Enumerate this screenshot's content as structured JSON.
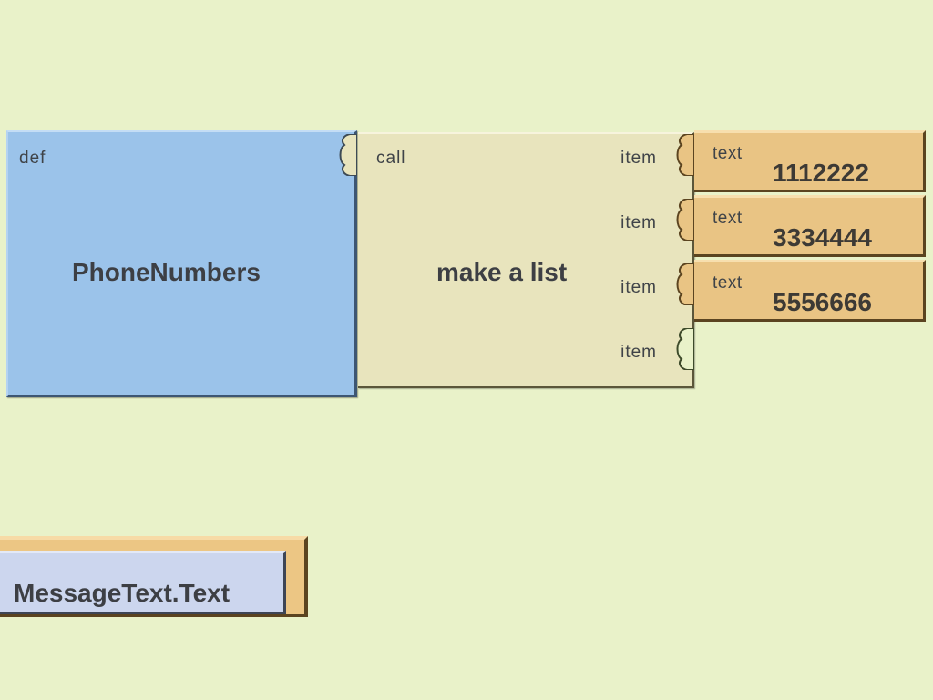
{
  "def_block": {
    "keyword": "def",
    "name": "PhoneNumbers",
    "color": "#9bc3ea"
  },
  "list_block": {
    "keyword": "call",
    "name": "make a list",
    "item_labels": [
      "item",
      "item",
      "item",
      "item"
    ],
    "color": "#e8e4bd"
  },
  "text_blocks": [
    {
      "keyword": "text",
      "value": "1112222"
    },
    {
      "keyword": "text",
      "value": "3334444"
    },
    {
      "keyword": "text",
      "value": "5556666"
    }
  ],
  "text_block_color": "#e9c484",
  "component_block": {
    "name": "MessageText.Text",
    "color": "#ccd6ee",
    "outer_color": "#ecc684"
  },
  "workspace_background": "#e9f2c9"
}
